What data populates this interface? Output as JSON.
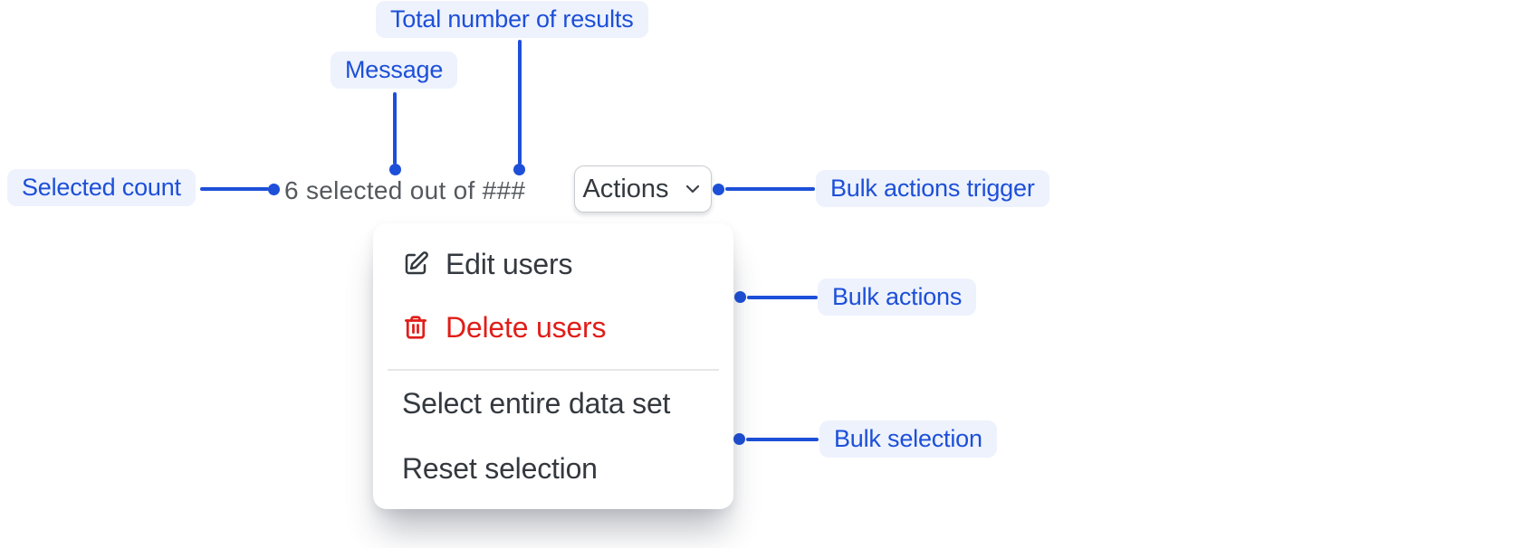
{
  "colors": {
    "accent_blue": "#1d4fd8",
    "label_bg": "#edf2fd",
    "text_dark": "#34393f",
    "text_gray": "#55595e",
    "destructive_red": "#e01e19",
    "button_border": "#c8cbd0",
    "divider": "#e5e7e9",
    "surface": "#ffffff"
  },
  "annotations": {
    "total_results": {
      "label": "Total number of results"
    },
    "message": {
      "label": "Message"
    },
    "selected_count": {
      "label": "Selected count"
    },
    "bulk_actions_trigger": {
      "label": "Bulk actions trigger"
    },
    "bulk_actions": {
      "label": "Bulk actions"
    },
    "bulk_selection": {
      "label": "Bulk selection"
    }
  },
  "bulk_bar": {
    "message_text": "6 selected out of ###",
    "actions_button_label": "Actions"
  },
  "menu": {
    "divider_after_index": 1,
    "items": [
      {
        "label": "Edit users",
        "icon": "edit-icon",
        "destructive": false
      },
      {
        "label": "Delete users",
        "icon": "trash-icon",
        "destructive": true
      },
      {
        "label": "Select entire data set",
        "icon": null,
        "destructive": false
      },
      {
        "label": "Reset selection",
        "icon": null,
        "destructive": false
      }
    ]
  }
}
